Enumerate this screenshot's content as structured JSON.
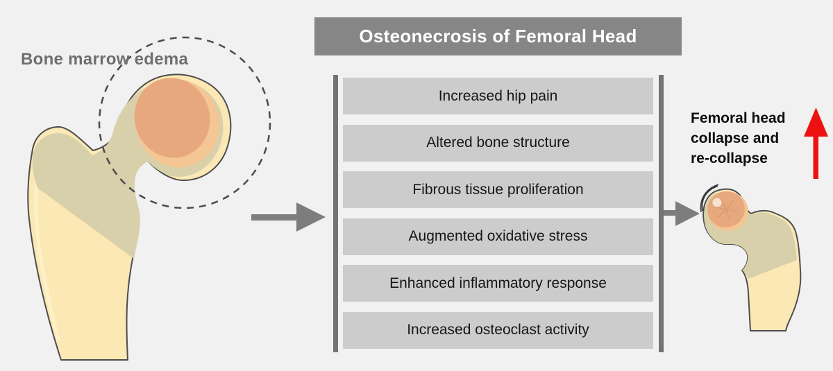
{
  "header": {
    "title": "Osteonecrosis of Femoral Head"
  },
  "left": {
    "label": "Bone marrow edema"
  },
  "panel": {
    "items": [
      "Increased hip pain",
      "Altered bone structure",
      "Fibrous tissue proliferation",
      "Augmented oxidative stress",
      "Enhanced inflammatory response",
      "Increased osteoclast activity"
    ]
  },
  "note": {
    "lines": [
      "Femoral head",
      "collapse and",
      "re-collapse"
    ]
  },
  "icons": {
    "arrow_left_to_center": "right-arrow",
    "arrow_center_to_right": "right-arrow",
    "collapse_direction": "up-arrow"
  },
  "colors": {
    "background": "#f0f1f0",
    "title_bar": "#868686",
    "title_text": "#ffffff",
    "factor_box": "#cccccc",
    "factor_text": "#161616",
    "rail": "#737373",
    "arrow_gray": "#7d7d7d",
    "arrow_red": "#ee1111",
    "bone_cream": "#fbe8b4",
    "bone_shadow_tan": "#d8d0ab",
    "edema_orange": "#e8a87d",
    "edema_fringe": "#f3c693",
    "outline": "#4d4d4d",
    "label_gray": "#6e6e6e",
    "dashed_circle": "#4b4b4b"
  }
}
